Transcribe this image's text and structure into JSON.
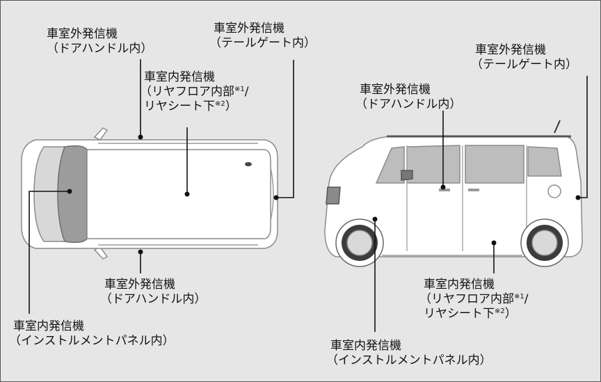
{
  "labels": {
    "top_left_door": {
      "name": "車室外発信機",
      "location": "（ドアハンドル内）"
    },
    "top_tailgate": {
      "name": "車室外発信機",
      "location": "（テールゲート内）"
    },
    "top_interior_rear": {
      "name": "車室内発信機",
      "line2": "（リヤフロア内部",
      "mark1": "※1",
      "slash": "/",
      "line3": "リヤシート下",
      "mark2": "※2",
      "close": "）"
    },
    "top_bottom_door": {
      "name": "車室外発信機",
      "location": "（ドアハンドル内）"
    },
    "top_instrument": {
      "name": "車室内発信機",
      "location": "（インストルメントパネル内）"
    },
    "side_tailgate": {
      "name": "車室外発信機",
      "location": "（テールゲート内）"
    },
    "side_door": {
      "name": "車室外発信機",
      "location": "（ドアハンドル内）"
    },
    "side_interior_rear": {
      "name": "車室内発信機",
      "line2": "（リヤフロア内部",
      "mark1": "※1",
      "slash": "/",
      "line3": "リヤシート下",
      "mark2": "※2",
      "close": "）"
    },
    "side_instrument": {
      "name": "車室内発信機",
      "location": "（インストルメントパネル内）"
    }
  },
  "colors": {
    "background": "#e6e6e6",
    "car_body": "#ffffff",
    "car_outline": "#888888",
    "leader": "#111111"
  }
}
